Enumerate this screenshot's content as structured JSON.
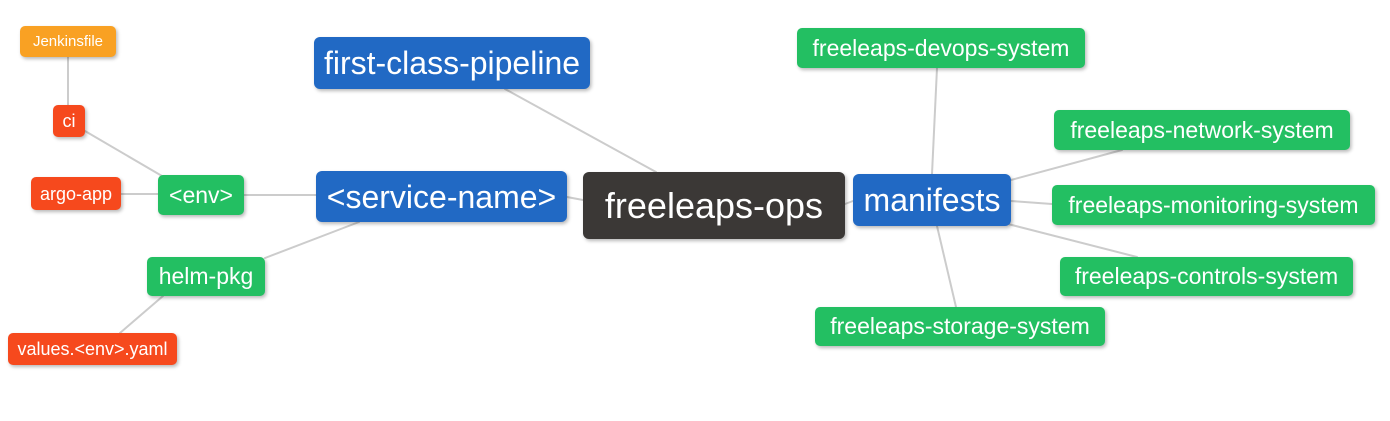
{
  "diagram": {
    "type": "mindmap",
    "root_label": "freeleaps-ops",
    "background": "#ffffff",
    "edge_color": "#cccccc"
  },
  "palette": {
    "root": "#3b3836",
    "branch_blue": "#2169c4",
    "branch_green": "#23bf62",
    "leaf_red": "#f6491d",
    "leaf_orange": "#f9a123",
    "node_text": "#ffffff"
  },
  "nodes": [
    {
      "label": "freeleaps-ops",
      "level": 0,
      "color_role": "root",
      "parent": null
    },
    {
      "label": "first-class-pipeline",
      "level": 1,
      "color_role": "branch_blue",
      "parent": "freeleaps-ops"
    },
    {
      "label": "<service-name>",
      "level": 1,
      "color_role": "branch_blue",
      "parent": "freeleaps-ops"
    },
    {
      "label": "manifests",
      "level": 1,
      "color_role": "branch_blue",
      "parent": "freeleaps-ops"
    },
    {
      "label": "<env>",
      "level": 2,
      "color_role": "branch_green",
      "parent": "<service-name>"
    },
    {
      "label": "helm-pkg",
      "level": 2,
      "color_role": "branch_green",
      "parent": "<service-name>"
    },
    {
      "label": "ci",
      "level": 3,
      "color_role": "leaf_red",
      "parent": "<env>"
    },
    {
      "label": "argo-app",
      "level": 3,
      "color_role": "leaf_red",
      "parent": "<env>"
    },
    {
      "label": "Jenkinsfile",
      "level": 4,
      "color_role": "leaf_orange",
      "parent": "ci"
    },
    {
      "label": "values.<env>.yaml",
      "level": 3,
      "color_role": "leaf_red",
      "parent": "helm-pkg"
    },
    {
      "label": "freeleaps-devops-system",
      "level": 2,
      "color_role": "branch_green",
      "parent": "manifests"
    },
    {
      "label": "freeleaps-network-system",
      "level": 2,
      "color_role": "branch_green",
      "parent": "manifests"
    },
    {
      "label": "freeleaps-monitoring-system",
      "level": 2,
      "color_role": "branch_green",
      "parent": "manifests"
    },
    {
      "label": "freeleaps-controls-system",
      "level": 2,
      "color_role": "branch_green",
      "parent": "manifests"
    },
    {
      "label": "freeleaps-storage-system",
      "level": 2,
      "color_role": "branch_green",
      "parent": "manifests"
    }
  ],
  "edges": [
    {
      "from": "Jenkinsfile",
      "to": "ci"
    },
    {
      "from": "ci",
      "to": "<env>"
    },
    {
      "from": "argo-app",
      "to": "<env>"
    },
    {
      "from": "<env>",
      "to": "<service-name>"
    },
    {
      "from": "helm-pkg",
      "to": "<service-name>"
    },
    {
      "from": "values.<env>.yaml",
      "to": "helm-pkg"
    },
    {
      "from": "first-class-pipeline",
      "to": "freeleaps-ops"
    },
    {
      "from": "<service-name>",
      "to": "freeleaps-ops"
    },
    {
      "from": "freeleaps-ops",
      "to": "manifests"
    },
    {
      "from": "manifests",
      "to": "freeleaps-devops-system"
    },
    {
      "from": "manifests",
      "to": "freeleaps-network-system"
    },
    {
      "from": "manifests",
      "to": "freeleaps-monitoring-system"
    },
    {
      "from": "manifests",
      "to": "freeleaps-controls-system"
    },
    {
      "from": "manifests",
      "to": "freeleaps-storage-system"
    }
  ]
}
